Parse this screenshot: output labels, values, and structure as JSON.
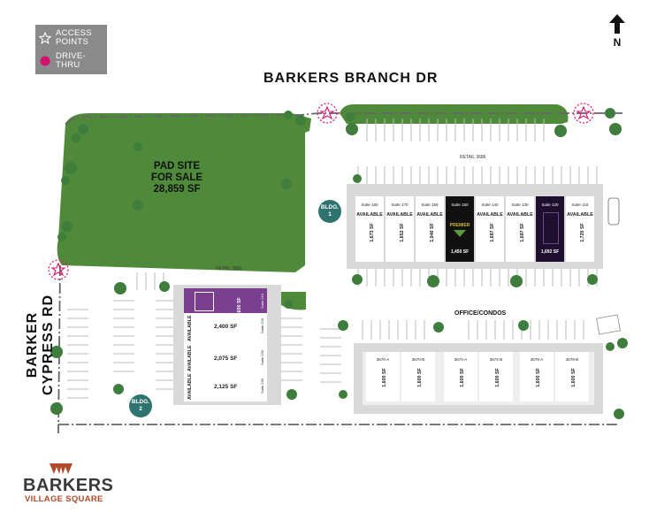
{
  "legend": {
    "access_points": "ACCESS POINTS",
    "drive_thru": "DRIVE-THRU",
    "access_color": "#e0116f",
    "drive_thru_color": "#d2106d"
  },
  "north": "N",
  "roads": {
    "top": "BARKERS BRANCH DR",
    "left": "BARKER CYPRESS RD"
  },
  "pad_site": {
    "line1": "PAD SITE",
    "line2": "FOR SALE",
    "line3": "28,859 SF"
  },
  "bldg1": {
    "label1": "BLDG.",
    "label2": "1",
    "retail": "RETAIL 3686"
  },
  "bldg2": {
    "label1": "BLDG.",
    "label2": "2",
    "retail": "RETAIL 3660"
  },
  "office_label": "OFFICE/CONDOS",
  "bldg1_suites": [
    {
      "name": "Suite 180",
      "status": "AVAILABLE",
      "sf": "1,673 SF"
    },
    {
      "name": "Suite 170",
      "status": "AVAILABLE",
      "sf": "1,652 SF"
    },
    {
      "name": "Suite 160",
      "status": "AVAILABLE",
      "sf": "1,946 SF"
    },
    {
      "name": "Suite 150",
      "status": "",
      "sf": "1,450 SF",
      "tenant": "PREMIER"
    },
    {
      "name": "Suite 140",
      "status": "AVAILABLE",
      "sf": "1,687 SF"
    },
    {
      "name": "Suite 130",
      "status": "AVAILABLE",
      "sf": "1,687 SF"
    },
    {
      "name": "Suite 120",
      "status": "",
      "sf": "1,692 SF"
    },
    {
      "name": "Suite 110",
      "status": "AVAILABLE",
      "sf": "1,725 SF"
    }
  ],
  "bldg2_units": [
    {
      "sf": "1,600 SF",
      "suite": "Suite 210"
    },
    {
      "status": "AVAILABLE",
      "sf": "2,400 SF",
      "suite": "Suite 220"
    },
    {
      "status": "AVAILABLE",
      "sf": "2,075 SF",
      "suite": "Suite 230"
    },
    {
      "status": "AVAILABLE",
      "sf": "2,125 SF",
      "suite": "Suite 240"
    }
  ],
  "office_units": [
    {
      "name": "3670-A",
      "sf": "1,600 SF"
    },
    {
      "name": "3670-B",
      "sf": "1,600 SF"
    },
    {
      "name": "3674-A",
      "sf": "1,600 SF"
    },
    {
      "name": "3674-B",
      "sf": "1,600 SF"
    },
    {
      "name": "3678-A",
      "sf": "1,600 SF"
    },
    {
      "name": "3678-B",
      "sf": "1,600 SF"
    }
  ],
  "logo": {
    "main": "BARKERS",
    "sub": "VILLAGE SQUARE"
  }
}
